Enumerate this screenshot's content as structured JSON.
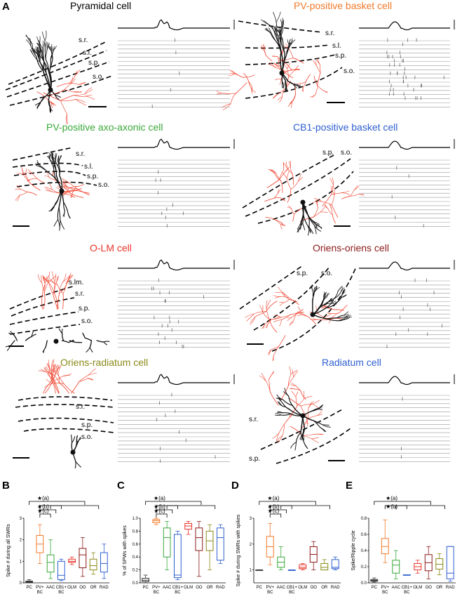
{
  "panels": {
    "A": "A",
    "B": "B",
    "C": "C",
    "D": "D",
    "E": "E"
  },
  "cells": [
    {
      "title": "Pyramidal cell",
      "color": "#222222",
      "layers": [
        "s.r.",
        "s.l.",
        "s.p.",
        "s.o."
      ]
    },
    {
      "title": "PV-positive basket cell",
      "color": "#f07a2a",
      "layers": [
        "s.r.",
        "s.l.",
        "s.p.",
        "s.o."
      ]
    },
    {
      "title": "PV-positive axo-axonic cell",
      "color": "#3aa83a",
      "layers": [
        "s.r.",
        "s.l.",
        "s.p.",
        "s.o."
      ]
    },
    {
      "title": "CB1-positive basket cell",
      "color": "#2f5fd0",
      "layers": [
        "s.p.",
        "s.o."
      ]
    },
    {
      "title": "O-LM cell",
      "color": "#e8342a",
      "layers": [
        "s.lm.",
        "s.r.",
        "s.p.",
        "s.o."
      ]
    },
    {
      "title": "Oriens-oriens cell",
      "color": "#8b1a1a",
      "layers": [
        "s.p.",
        "s.o."
      ]
    },
    {
      "title": "Oriens-radiatum cell",
      "color": "#8a8a1a",
      "layers": [
        "s.r.",
        "s.p.",
        "s.o."
      ]
    },
    {
      "title": "Radiatum cell",
      "color": "#2f5fd0",
      "layers": [
        "s.r.",
        "s.p."
      ]
    }
  ],
  "colors": {
    "axon": "#f0432f",
    "dendrite": "#111111",
    "PC": "#333333",
    "PV+BC": "#f07a2a",
    "AAC": "#3aa83a",
    "CB1+BC": "#2f5fd0",
    "OLM": "#e8342a",
    "OO": "#8b1a1a",
    "OR": "#8a8a1a",
    "RAD": "#2f5fd0"
  },
  "sig": {
    "a": "★(a)",
    "b": "★(b)",
    "c": "★(c)"
  },
  "chart_data": [
    {
      "type": "box",
      "panel": "B",
      "ylabel": "Spike # during all SWRs",
      "ylim": [
        0,
        3
      ],
      "yticks": [
        "0",
        "1",
        "2",
        "3"
      ],
      "categories": [
        "PC",
        "PV+ BC",
        "AAC",
        "CB1+ BC",
        "OLM",
        "OO",
        "OR",
        "RAD"
      ],
      "category_lines": [
        [
          "PC"
        ],
        [
          "PV+",
          "BC"
        ],
        [
          "AAC"
        ],
        [
          "CB1+",
          "BC"
        ],
        [
          "OLM"
        ],
        [
          "OO"
        ],
        [
          "OR"
        ],
        [
          "RAD"
        ]
      ],
      "boxes": [
        {
          "min": 0.0,
          "q1": 0.02,
          "median": 0.05,
          "q3": 0.08,
          "max": 0.15
        },
        {
          "min": 0.9,
          "q1": 1.4,
          "median": 1.8,
          "q3": 2.2,
          "max": 2.7
        },
        {
          "min": 0.2,
          "q1": 0.5,
          "median": 0.95,
          "q3": 1.3,
          "max": 2.0
        },
        {
          "min": 0.1,
          "q1": 0.15,
          "median": 0.35,
          "q3": 1.0,
          "max": 1.1
        },
        {
          "min": 0.85,
          "q1": 0.95,
          "median": 1.0,
          "q3": 1.1,
          "max": 1.2
        },
        {
          "min": 0.3,
          "q1": 0.7,
          "median": 1.3,
          "q3": 1.6,
          "max": 2.1
        },
        {
          "min": 0.4,
          "q1": 0.6,
          "median": 0.8,
          "q3": 1.1,
          "max": 1.4
        },
        {
          "min": 0.2,
          "q1": 0.5,
          "median": 0.9,
          "q3": 1.4,
          "max": 1.8
        }
      ]
    },
    {
      "type": "box",
      "panel": "C",
      "ylabel": "% of SPWs with spikes",
      "ylim": [
        0,
        1
      ],
      "yticks": [
        "0.0",
        "0.2",
        "0.4",
        "0.6",
        "0.8",
        "1.0"
      ],
      "categories": [
        "PC",
        "PV+ BC",
        "AAC",
        "CB1+ BC",
        "OLM",
        "OO",
        "OR",
        "RAD"
      ],
      "category_lines": [
        [
          "PC"
        ],
        [
          "PV+",
          "BC"
        ],
        [
          "AAC"
        ],
        [
          "CB1+",
          "BC"
        ],
        [
          "OLM"
        ],
        [
          "OO"
        ],
        [
          "OR"
        ],
        [
          "RAD"
        ]
      ],
      "boxes": [
        {
          "min": 0.0,
          "q1": 0.02,
          "median": 0.04,
          "q3": 0.07,
          "max": 0.12
        },
        {
          "min": 0.9,
          "q1": 0.93,
          "median": 0.96,
          "q3": 0.98,
          "max": 1.0
        },
        {
          "min": 0.2,
          "q1": 0.4,
          "median": 0.7,
          "q3": 0.85,
          "max": 0.95
        },
        {
          "min": 0.05,
          "q1": 0.08,
          "median": 0.12,
          "q3": 0.75,
          "max": 0.8
        },
        {
          "min": 0.75,
          "q1": 0.83,
          "median": 0.88,
          "q3": 0.92,
          "max": 0.95
        },
        {
          "min": 0.1,
          "q1": 0.5,
          "median": 0.7,
          "q3": 0.85,
          "max": 0.95
        },
        {
          "min": 0.2,
          "q1": 0.5,
          "median": 0.65,
          "q3": 0.8,
          "max": 0.9
        },
        {
          "min": 0.3,
          "q1": 0.35,
          "median": 0.7,
          "q3": 0.85,
          "max": 0.9
        }
      ]
    },
    {
      "type": "box",
      "panel": "D",
      "ylabel": "Spike # during SWRs with spikes",
      "ylim": [
        0.5,
        3
      ],
      "yticks": [
        "1",
        "2",
        "3"
      ],
      "categories": [
        "PC",
        "PV+ BC",
        "AAC",
        "CB1+ BC",
        "OLM",
        "OO",
        "OR",
        "RAD"
      ],
      "category_lines": [
        [
          "PC"
        ],
        [
          "PV+",
          "BC"
        ],
        [
          "AAC"
        ],
        [
          "CB1+",
          "BC"
        ],
        [
          "OLM"
        ],
        [
          "OO"
        ],
        [
          "OR"
        ],
        [
          "RAD"
        ]
      ],
      "boxes": [
        {
          "min": 1.0,
          "q1": 1.0,
          "median": 1.0,
          "q3": 1.0,
          "max": 1.0
        },
        {
          "min": 1.2,
          "q1": 1.5,
          "median": 1.9,
          "q3": 2.3,
          "max": 2.8
        },
        {
          "min": 1.0,
          "q1": 1.1,
          "median": 1.3,
          "q3": 1.5,
          "max": 1.9
        },
        {
          "min": 1.0,
          "q1": 1.0,
          "median": 1.0,
          "q3": 1.0,
          "max": 1.0
        },
        {
          "min": 1.0,
          "q1": 1.05,
          "median": 1.1,
          "q3": 1.2,
          "max": 1.25
        },
        {
          "min": 1.0,
          "q1": 1.3,
          "median": 1.6,
          "q3": 1.9,
          "max": 2.1
        },
        {
          "min": 1.0,
          "q1": 1.0,
          "median": 1.1,
          "q3": 1.25,
          "max": 1.4
        },
        {
          "min": 1.0,
          "q1": 1.05,
          "median": 1.1,
          "q3": 1.4,
          "max": 1.5
        }
      ]
    },
    {
      "type": "box",
      "panel": "E",
      "ylabel": "Spike/Ripple cycle",
      "ylim": [
        0,
        0.8
      ],
      "yticks": [
        "0.0",
        "0.2",
        "0.4",
        "0.6",
        "0.8"
      ],
      "categories": [
        "PC",
        "PV+ BC",
        "AAC",
        "CB1+ BC",
        "OLM",
        "OO",
        "OR",
        "RAD"
      ],
      "category_lines": [
        [
          "PC"
        ],
        [
          "PV+",
          "BC"
        ],
        [
          "AAC"
        ],
        [
          "CB1+",
          "BC"
        ],
        [
          "OLM"
        ],
        [
          "OO"
        ],
        [
          "OR"
        ],
        [
          "RAD"
        ]
      ],
      "boxes": [
        {
          "min": 0.01,
          "q1": 0.02,
          "median": 0.03,
          "q3": 0.04,
          "max": 0.06
        },
        {
          "min": 0.25,
          "q1": 0.36,
          "median": 0.45,
          "q3": 0.55,
          "max": 0.78
        },
        {
          "min": 0.05,
          "q1": 0.12,
          "median": 0.22,
          "q3": 0.28,
          "max": 0.4
        },
        {
          "min": 0.1,
          "q1": 0.1,
          "median": 0.1,
          "q3": 0.1,
          "max": 0.1
        },
        {
          "min": 0.12,
          "q1": 0.16,
          "median": 0.2,
          "q3": 0.24,
          "max": 0.28
        },
        {
          "min": 0.05,
          "q1": 0.15,
          "median": 0.25,
          "q3": 0.35,
          "max": 0.45
        },
        {
          "min": 0.1,
          "q1": 0.17,
          "median": 0.23,
          "q3": 0.3,
          "max": 0.36
        },
        {
          "min": 0.02,
          "q1": 0.05,
          "median": 0.12,
          "q3": 0.45,
          "max": 0.45
        }
      ]
    }
  ]
}
